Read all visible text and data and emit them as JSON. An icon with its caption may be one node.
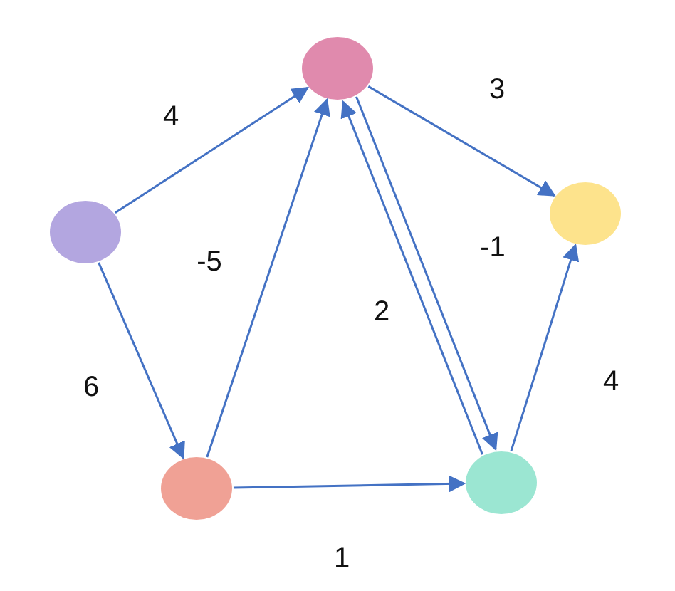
{
  "diagram": {
    "nodes": [
      {
        "text": [],
        "shape": "circle"
      },
      {
        "text": [],
        "shape": "circle"
      },
      {
        "text": [],
        "shape": "circle"
      },
      {
        "text": [],
        "shape": "circle"
      },
      {
        "text": [],
        "shape": "circle"
      }
    ],
    "edges": [
      {
        "from": 0,
        "to": 1,
        "arrow": "to",
        "label": "4"
      },
      {
        "from": 0,
        "to": 3,
        "arrow": "to",
        "label": "6"
      },
      {
        "from": 3,
        "to": 1,
        "arrow": "to",
        "label": "-5"
      },
      {
        "from": 1,
        "to": 2,
        "arrow": "to",
        "label": "3"
      },
      {
        "from": 4,
        "to": 1,
        "arrow": "to",
        "label": "2"
      },
      {
        "from": 1,
        "to": 4,
        "arrow": "to",
        "label": "-1"
      },
      {
        "from": 3,
        "to": 4,
        "arrow": "to",
        "label": "1"
      },
      {
        "from": 4,
        "to": 2,
        "arrow": "to",
        "label": "4"
      }
    ]
  }
}
